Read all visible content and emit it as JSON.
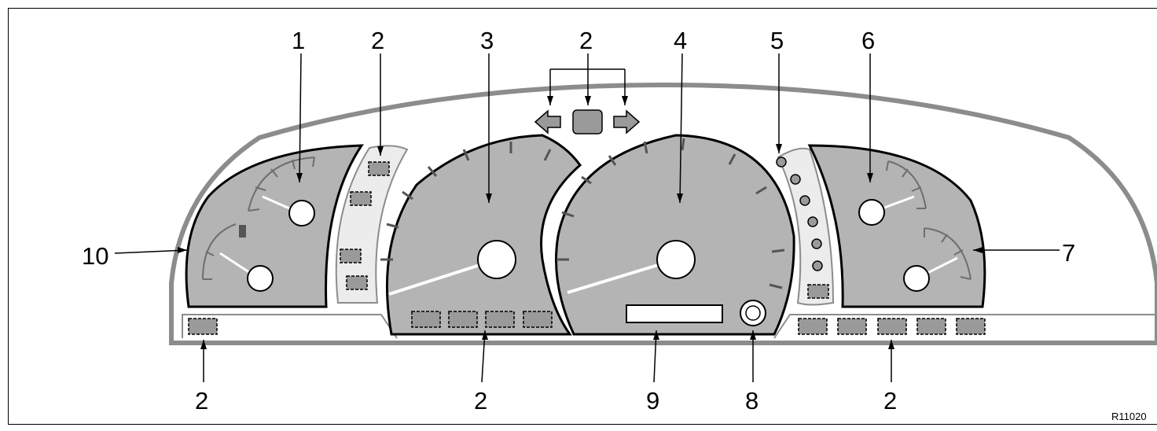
{
  "callouts": {
    "c1": "1",
    "c2_left_top": "2",
    "c3": "3",
    "c2_top_center": "2",
    "c4": "4",
    "c5": "5",
    "c6": "6",
    "c7": "7",
    "c10": "10",
    "c2_bottom_left": "2",
    "c2_bottom_mid": "2",
    "c9": "9",
    "c8": "8",
    "c2_bottom_right": "2"
  },
  "figure_code": "R11020",
  "colors": {
    "gauge_fill": "#b4b4b4",
    "outline": "#000000",
    "housing": "#8c8c8c",
    "panel_fill": "#ececec",
    "light_fill": "#9a9a9a"
  }
}
